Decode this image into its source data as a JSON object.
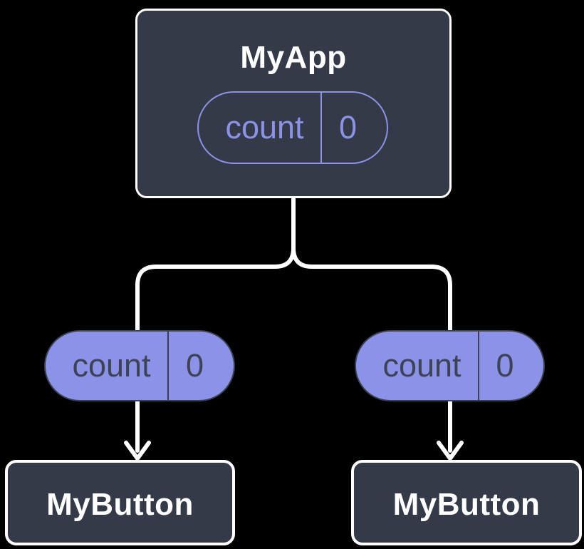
{
  "diagram": {
    "root": {
      "title": "MyApp",
      "state": {
        "label": "count",
        "value": "0"
      }
    },
    "children": [
      {
        "pill": {
          "label": "count",
          "value": "0"
        },
        "title": "MyButton"
      },
      {
        "pill": {
          "label": "count",
          "value": "0"
        },
        "title": "MyButton"
      }
    ]
  },
  "colors": {
    "background": "#000000",
    "component_box_fill": "#343A48",
    "component_box_border": "#FFFFFF",
    "connector": "#FFFFFF",
    "state_pill_outline": "#8B92E8",
    "prop_pill_fill": "#8B92E8",
    "prop_pill_border": "#3A4150",
    "prop_pill_text": "#3D4352",
    "title_text": "#FFFFFF"
  }
}
